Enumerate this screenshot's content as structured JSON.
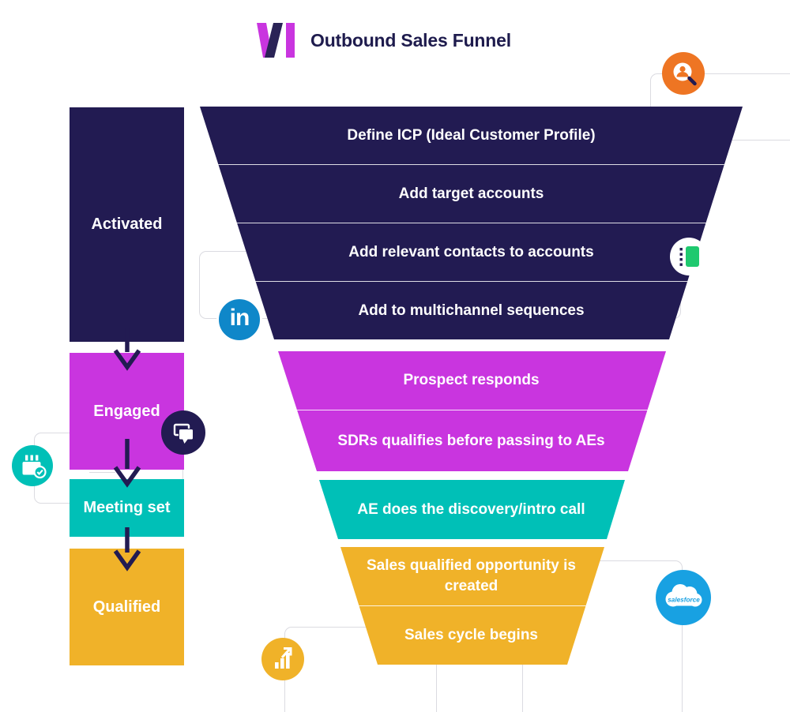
{
  "title": "Outbound Sales Funnel",
  "sidebar": {
    "stages": [
      {
        "label": "Activated"
      },
      {
        "label": "Engaged"
      },
      {
        "label": "Meeting set"
      },
      {
        "label": "Qualified"
      }
    ]
  },
  "funnel": {
    "sections": [
      {
        "stage": "Activated",
        "steps": [
          "Define ICP (Ideal Customer Profile)",
          "Add target accounts",
          "Add relevant contacts to accounts",
          "Add to multichannel sequences"
        ]
      },
      {
        "stage": "Engaged",
        "steps": [
          "Prospect responds",
          "SDRs qualifies before passing to AEs"
        ]
      },
      {
        "stage": "Meeting set",
        "steps": [
          "AE does the discovery/intro call"
        ]
      },
      {
        "stage": "Qualified",
        "steps": [
          "Sales qualified opportunity is created",
          "Sales cycle begins"
        ]
      }
    ]
  },
  "icons": {
    "linkedin_label": "in",
    "salesforce_label": "salesforce"
  },
  "colors": {
    "navy": "#221b52",
    "magenta": "#c935df",
    "teal": "#00c0b7",
    "yellow": "#f0b229",
    "orange": "#ee7523",
    "linkedin": "#0f87c9",
    "sf": "#18a1e2",
    "green": "#1fc96f",
    "line": "#dbdbe1",
    "title": "#1e1b4d"
  }
}
